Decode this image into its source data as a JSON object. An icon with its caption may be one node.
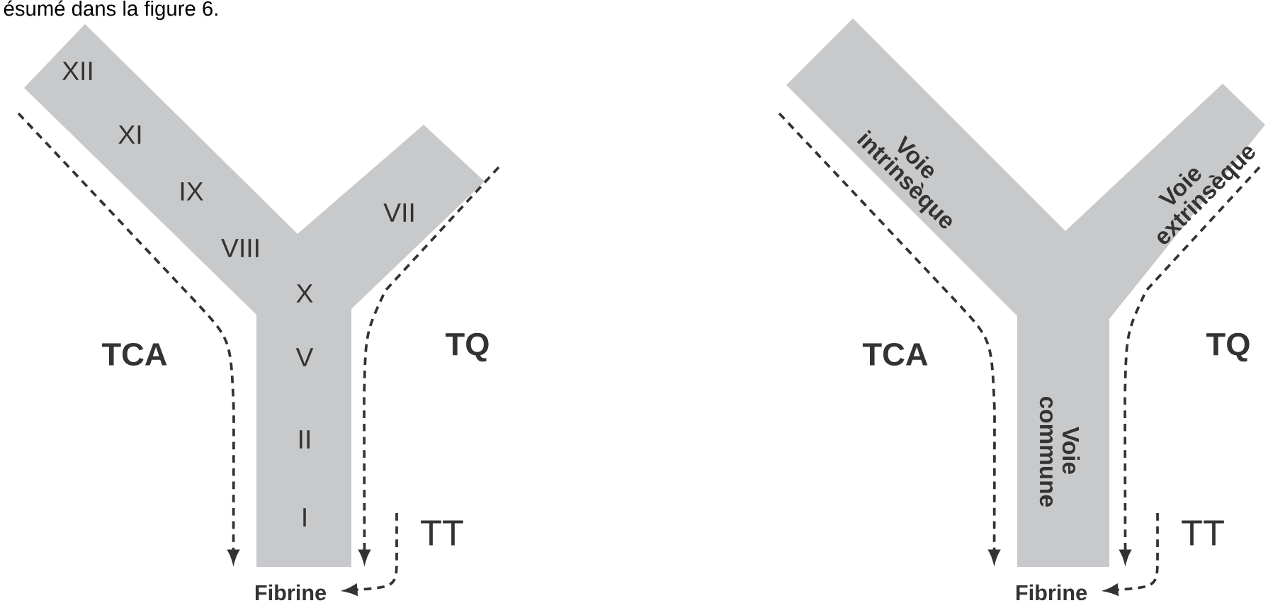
{
  "diagram": {
    "nodes": [
      {
        "text": [
          "XII",
          "XI",
          "IX",
          "VIII",
          "X",
          "V",
          "II",
          "I",
          "VII"
        ]
      },
      {
        "text": [
          "Fibrine"
        ]
      },
      {
        "text": [
          "Voie intrinsèque",
          "Voie extrinsèque",
          "Voie commune"
        ]
      },
      {
        "text": [
          "Fibrine"
        ]
      }
    ],
    "edges": [
      {
        "from": null,
        "to": 1,
        "arrow": "to",
        "style": "dashed",
        "label": "TCA"
      },
      {
        "from": null,
        "to": 1,
        "arrow": "to",
        "style": "dashed",
        "label": "TQ"
      },
      {
        "from": null,
        "to": 1,
        "arrow": "to",
        "style": "dashed",
        "label": "TT"
      },
      {
        "from": null,
        "to": 3,
        "arrow": "to",
        "style": "dashed",
        "label": "TCA"
      },
      {
        "from": null,
        "to": 3,
        "arrow": "to",
        "style": "dashed",
        "label": "TQ"
      },
      {
        "from": null,
        "to": 3,
        "arrow": "to",
        "style": "dashed",
        "label": "TT"
      }
    ],
    "labels": [
      "ésumé dans la figure 6."
    ]
  }
}
